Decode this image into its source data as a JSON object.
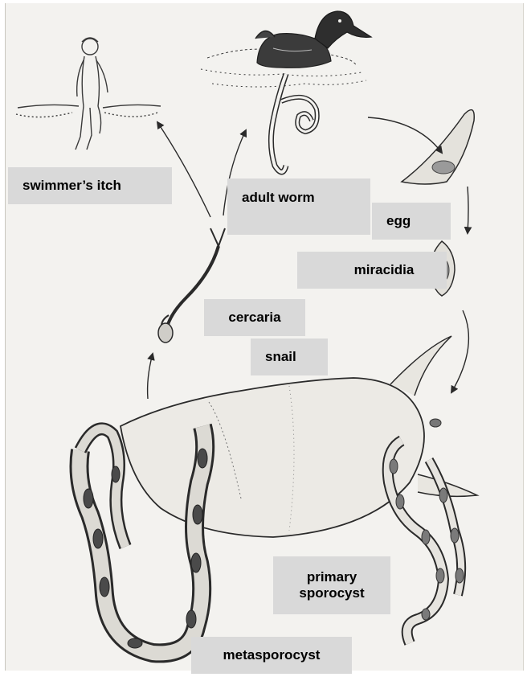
{
  "colors": {
    "label_bg": "#d9d9d9",
    "ink": "#2a2a2a",
    "paper": "#f3f2ef"
  },
  "labels": {
    "swimmers_itch": "swimmer’s itch",
    "adult_worm": "adult worm",
    "egg": "egg",
    "miracidia": "miracidia",
    "cercaria": "cercaria",
    "snail": "snail",
    "primary_sporocyst": "primary\nsporocyst",
    "metasporocyst": "metasporocyst"
  },
  "figures": [
    "human-wading-figure",
    "duck",
    "adult-worm",
    "egg",
    "miracidium",
    "snail",
    "cercaria",
    "primary-sporocyst",
    "metasporocyst"
  ]
}
